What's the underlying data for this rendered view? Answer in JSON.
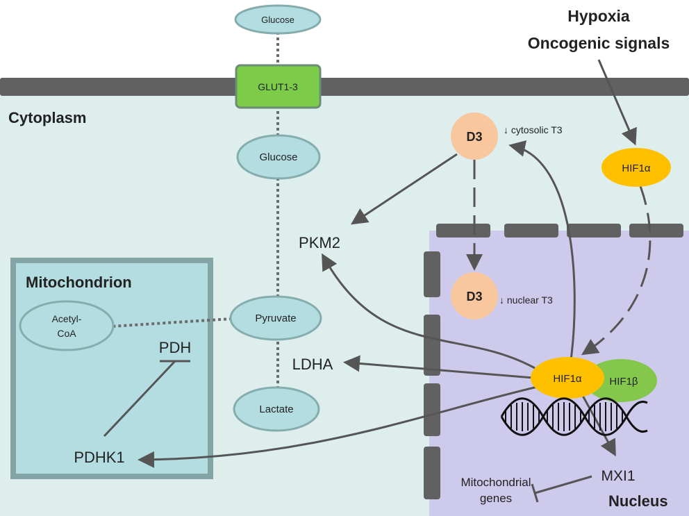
{
  "texts": {
    "glucose_outside": "Glucose",
    "glut": "GLUT1-3",
    "glucose_inside": "Glucose",
    "pyruvate": "Pyruvate",
    "lactate": "Lactate",
    "acetyl_line1": "Acetyl-",
    "acetyl_line2": "CoA",
    "cytoplasm": "Cytoplasm",
    "mitochondrion": "Mitochondrion",
    "nucleus": "Nucleus",
    "hypoxia": "Hypoxia",
    "oncogenic": "Oncogenic signals",
    "d3": "D3",
    "cytosolic_t3": "↓ cytosolic T3",
    "nuclear_t3": "↓ nuclear T3",
    "hif1a": "HIF1α",
    "hif1b": "HIF1β",
    "pkm2": "PKM2",
    "ldha": "LDHA",
    "pdh": "PDH",
    "pdhk1": "PDHK1",
    "mxi1": "MXI1",
    "mito_genes_line1": "Mitochondrial",
    "mito_genes_line2": "genes"
  },
  "colors": {
    "cytoplasm_fill": "#ddeeed",
    "membrane": "#616161",
    "glut": "#7ccc49",
    "metabolite_fill": "#b3dde0",
    "mito_fill": "#b3dde0",
    "mito_border": "#83a5a6",
    "nucleus_fill": "#cdcaec",
    "d3_fill": "#f8c79e",
    "hif1a_fill": "#ffc000",
    "hif1b_fill": "#83c84a",
    "arrow": "#555555"
  }
}
